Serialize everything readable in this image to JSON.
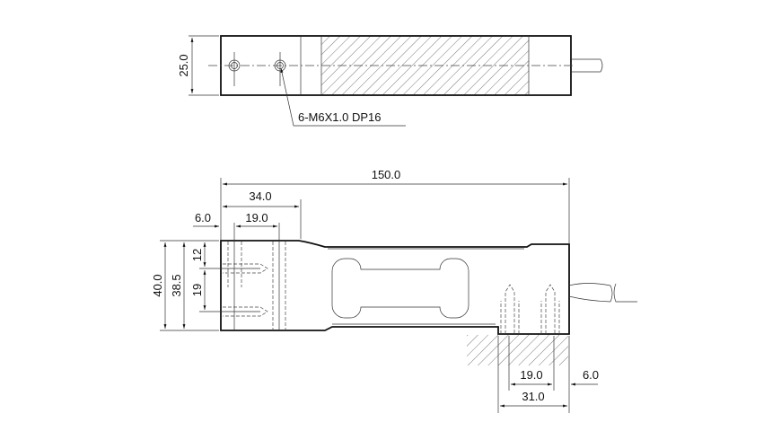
{
  "top_view": {
    "width_dim": "25.0",
    "thread_callout": "6-M6X1.0 DP16"
  },
  "side_view": {
    "length_dim": "150.0",
    "dim_34": "34.0",
    "dim_6_left": "6.0",
    "dim_19_left": "19.0",
    "height_dim": "40.0",
    "dim_38_5": "38.5",
    "dim_12": "12",
    "dim_19_vert": "19",
    "dim_19_right": "19.0",
    "dim_6_right": "6.0",
    "dim_31": "31.0"
  }
}
